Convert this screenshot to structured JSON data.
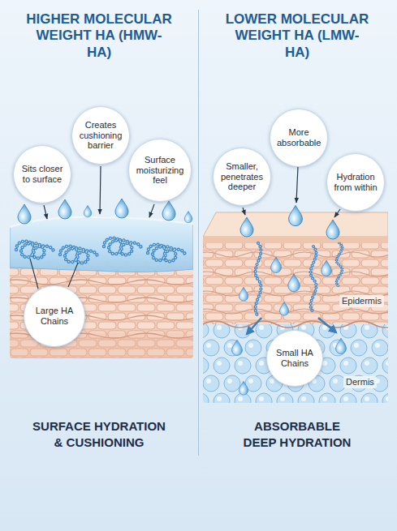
{
  "diagram": {
    "nodes": [
      {
        "text": [
          "Sits closer to surface"
        ]
      },
      {
        "text": [
          "Creates cushioning barrier"
        ]
      },
      {
        "text": [
          "Surface moisturizing feel"
        ]
      },
      {
        "text": [
          "Large HA Chains"
        ]
      },
      {
        "text": [
          "Smaller, penetrates deeper"
        ]
      },
      {
        "text": [
          "More absorbable"
        ]
      },
      {
        "text": [
          "Hydration from within"
        ]
      },
      {
        "text": [
          "Small HA Chains"
        ]
      }
    ],
    "labels": [
      "HIGHER MOLECULAR WEIGHT HA (HMW-HA)",
      "LOWER MOLECULAR WEIGHT HA (LMW-HA)",
      "Epidermis",
      "Dermis",
      "SURFACE HYDRATION & CUSHIONING",
      "ABSORBABLE DEEP HYDRATION"
    ]
  }
}
